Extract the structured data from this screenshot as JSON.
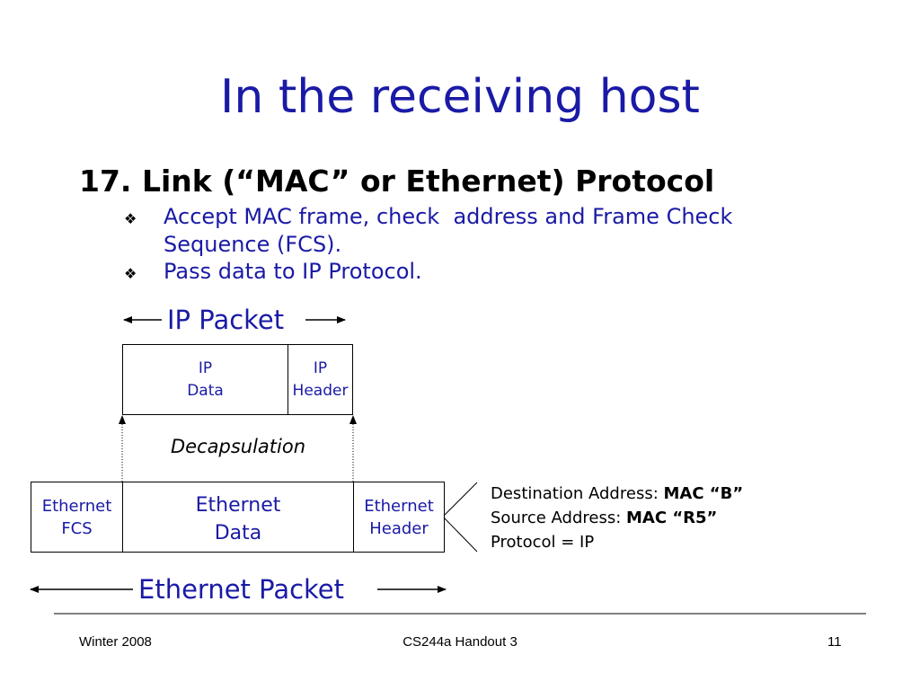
{
  "slide": {
    "title": "In the receiving host",
    "heading": "17. Link (“MAC” or Ethernet) Protocol",
    "bullets": [
      {
        "line1": "Accept MAC frame, check  address and Frame Check",
        "line2": "Sequence (FCS)."
      },
      {
        "line1": "Pass data to IP Protocol."
      }
    ],
    "bullet_icon": "diamond-bullet-icon",
    "colors": {
      "text_blue": "#1a1aa6",
      "text_black": "#000000"
    }
  },
  "diagram": {
    "ip_packet_label": "IP Packet",
    "ip_data": {
      "line1": "IP",
      "line2": "Data"
    },
    "ip_header": {
      "line1": "IP",
      "line2": "Header"
    },
    "decapsulation_label": "Decapsulation",
    "eth_fcs": {
      "line1": "Ethernet",
      "line2": "FCS"
    },
    "eth_data": {
      "line1": "Ethernet",
      "line2": "Data"
    },
    "eth_header": {
      "line1": "Ethernet",
      "line2": "Header"
    },
    "ethernet_packet_label": "Ethernet Packet",
    "header_details": {
      "dest_prefix": "Destination Address: ",
      "dest_value": "MAC “B”",
      "src_prefix": "Source Address: ",
      "src_value": "MAC “R5”",
      "protocol": "Protocol = IP"
    }
  },
  "footer": {
    "left": "Winter 2008",
    "center": "CS244a Handout 3",
    "page": "11"
  }
}
